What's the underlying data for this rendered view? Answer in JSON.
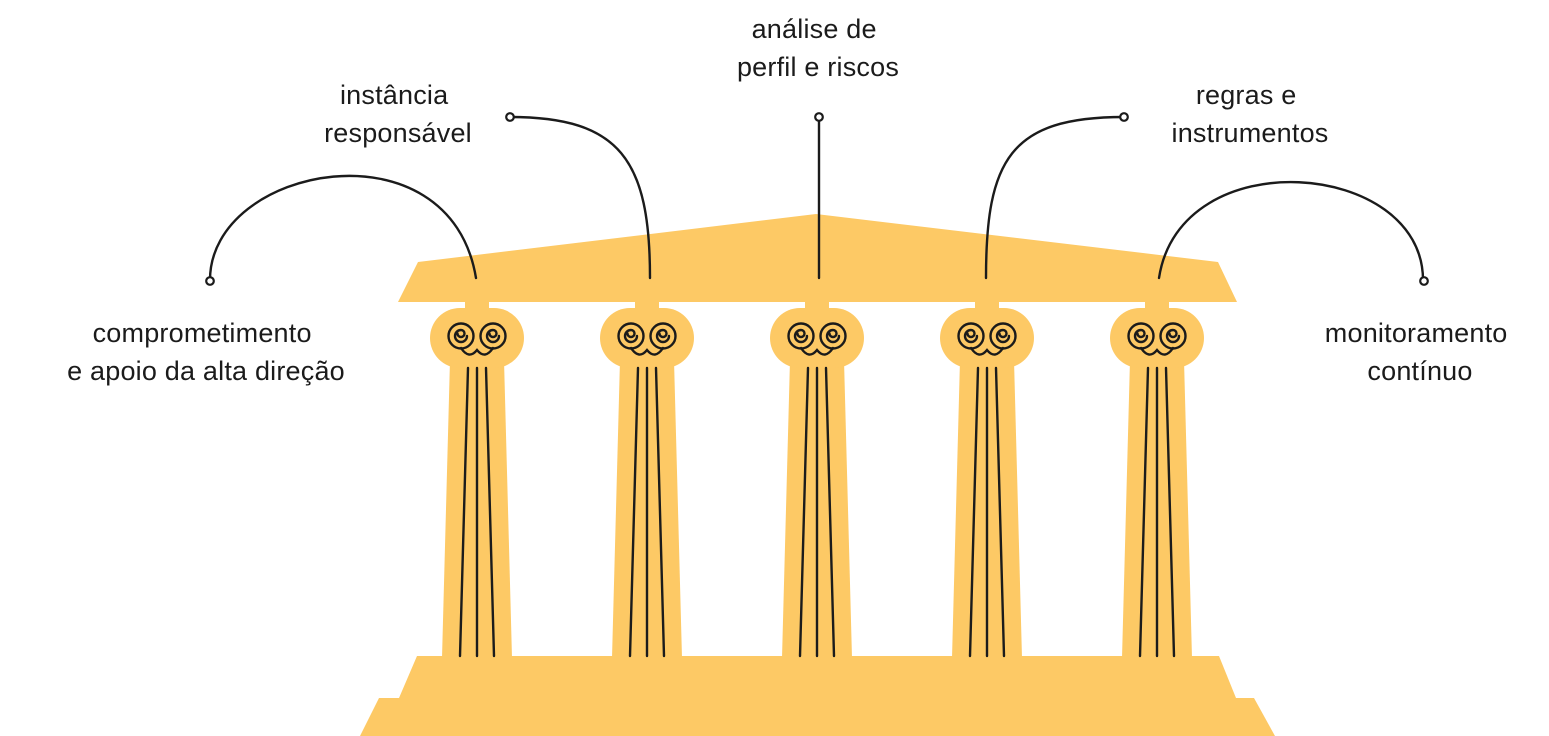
{
  "colors": {
    "gold": "#FDC965",
    "ink": "#1b1b1b",
    "background": "#ffffff"
  },
  "pillars": [
    {
      "id": "p1",
      "lines": [
        "comprometimento",
        "e apoio da alta direção"
      ]
    },
    {
      "id": "p2",
      "lines": [
        "instância",
        "responsável"
      ]
    },
    {
      "id": "p3",
      "lines": [
        "análise de",
        "perfil e riscos"
      ]
    },
    {
      "id": "p4",
      "lines": [
        "regras e",
        "instrumentos"
      ]
    },
    {
      "id": "p5",
      "lines": [
        "monitoramento",
        "contínuo"
      ]
    }
  ]
}
